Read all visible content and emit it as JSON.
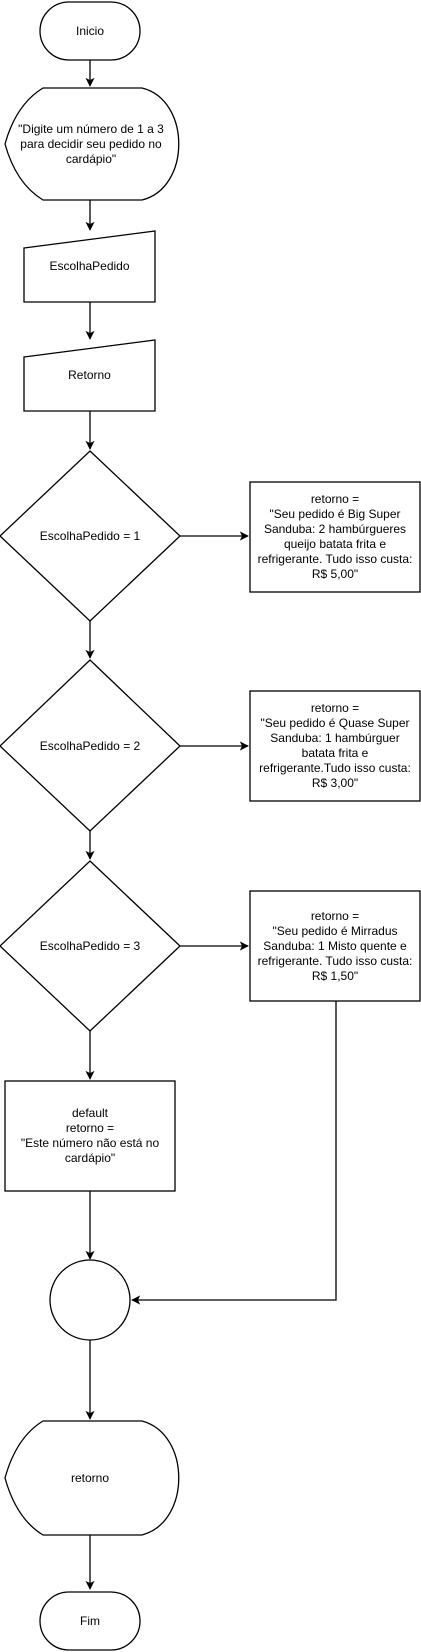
{
  "nodes": {
    "start": "Inicio",
    "prompt": "\"Digite um número de 1 a 3 para decidir seu pedido no cardápio\"",
    "input_choice": "EscolhaPedido",
    "input_return": "Retorno",
    "decision_1": "EscolhaPedido = 1",
    "decision_2": "EscolhaPedido = 2",
    "decision_3": "EscolhaPedido = 3",
    "result_1": "retorno =\n\"Seu pedido é Big Super Sanduba: 2 hambúrgueres queijo batata frita e refrigerante. Tudo isso custa: R$ 5,00\"",
    "result_2": "retorno =\n\"Seu pedido é Quase Super Sanduba: 1 hambúrguer batata frita e refrigerante.Tudo isso custa: R$ 3,00\"",
    "result_3": "retorno =\n\"Seu pedido é Mirradus Sanduba: 1 Misto quente e refrigerante. Tudo isso custa: R$ 1,50\"",
    "default": "default\nretorno =\n\"Este número não está no cardápio\"",
    "connector": "",
    "output": "retorno",
    "end": "Fim"
  },
  "colors": {
    "stroke": "#000000",
    "fill": "#ffffff",
    "text": "#000000"
  }
}
